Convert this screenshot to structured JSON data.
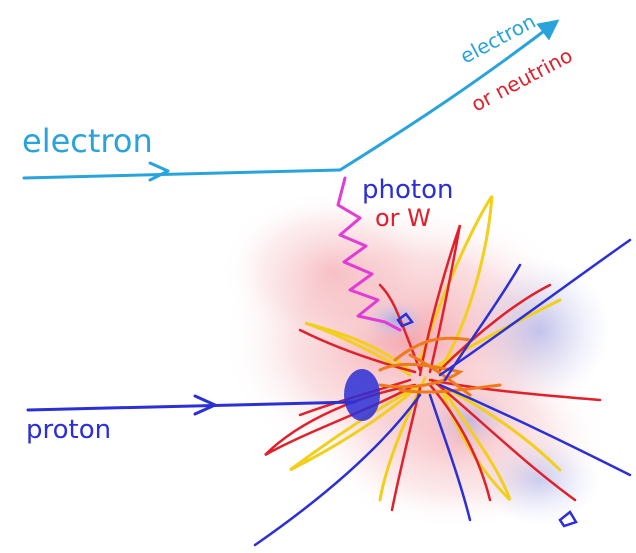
{
  "labels": {
    "electron_in": "electron",
    "electron_out": "electron",
    "or_neutrino": "or neutrino",
    "photon": "photon",
    "or_w": "or W",
    "proton": "proton"
  },
  "colors": {
    "electron": "#29a3dc",
    "proton": "#2b2fd6",
    "photon": "#e23bd6",
    "neutrino_red": "#e0202a",
    "w_red": "#e0202a",
    "jet_red": "#e8301e",
    "jet_orange": "#ef7a1a",
    "jet_yellow": "#f2cf1b",
    "haze_pink": "#f5b8bc",
    "haze_blue": "#aab4ea"
  }
}
